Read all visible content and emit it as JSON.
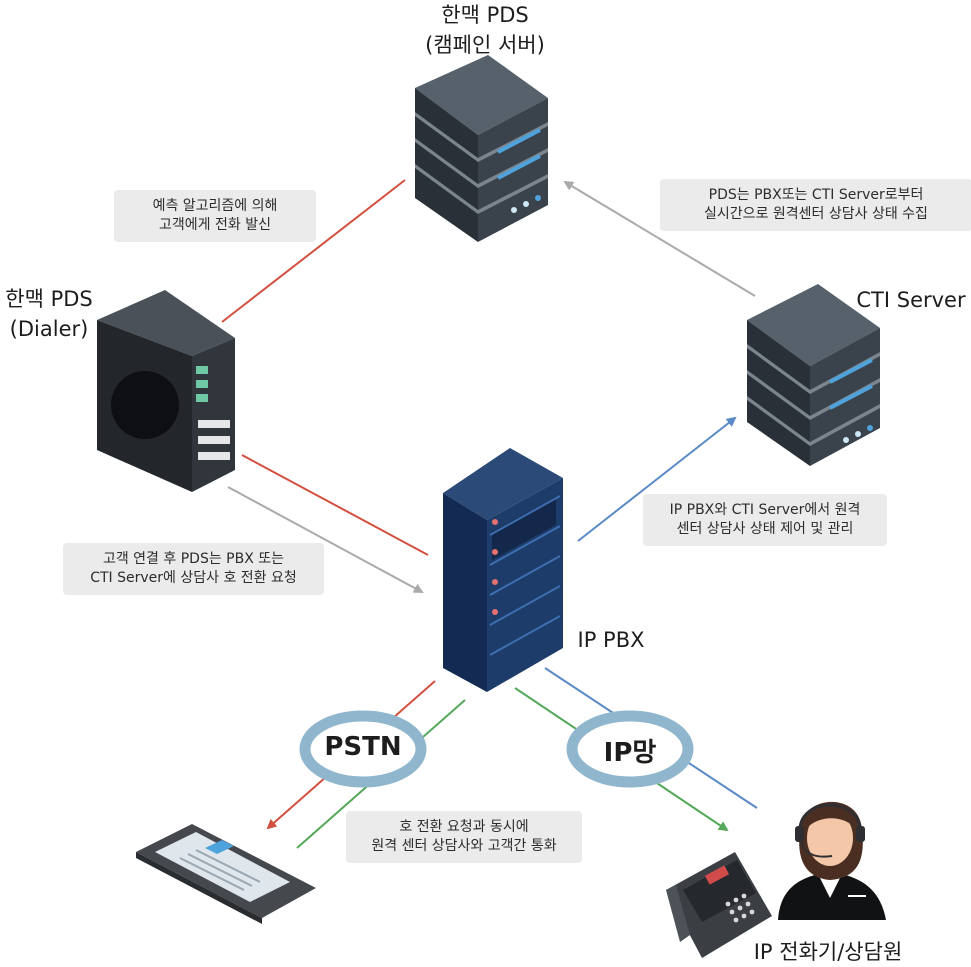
{
  "nodes": {
    "campaign_server": {
      "line1": "한맥 PDS",
      "line2": "(캠페인 서버)"
    },
    "dialer": {
      "line1": "한맥 PDS",
      "line2": "(Dialer)"
    },
    "cti_server": {
      "label": "CTI Server"
    },
    "ip_pbx": {
      "label": "IP PBX"
    },
    "agent": {
      "label": "IP 전화기/상담원"
    }
  },
  "networks": {
    "pstn": "PSTN",
    "ip": "IP망"
  },
  "notes": {
    "predictive_call": {
      "line1": "예측 알고리즘에 의해",
      "line2": "고객에게 전화 발신"
    },
    "realtime_status": {
      "line1": "PDS는 PBX또는 CTI Server로부터",
      "line2": "실시간으로 원격센터 상담사 상태 수집"
    },
    "transfer_request": {
      "line1": "고객 연결 후 PDS는 PBX 또는",
      "line2": "CTI Server에 상담사 호 전환 요청"
    },
    "cti_control": {
      "line1": "IP PBX와 CTI Server에서 원격",
      "line2": "센터 상담사 상태 제어 및 관리"
    },
    "call_connect": {
      "line1": "호 전환 요청과 동시에",
      "line2": "원격 센터 상담사와 고객간 통화"
    }
  },
  "colors": {
    "red": "#d2503f",
    "gray": "#aaaaaa",
    "blue": "#5a8ac6",
    "green": "#55a85a",
    "ring": "#8fb6cd"
  },
  "icons": [
    "server-rack-icon",
    "tower-server-icon",
    "pbx-cabinet-icon",
    "smartphone-icon",
    "desk-phone-icon",
    "agent-headset-icon"
  ]
}
